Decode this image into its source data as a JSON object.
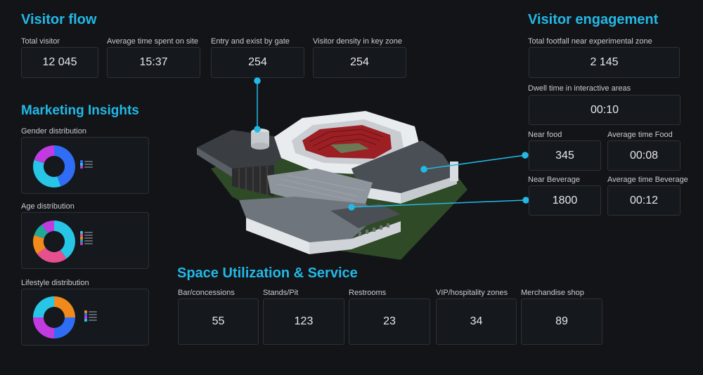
{
  "visitor_flow": {
    "title": "Visitor flow",
    "metrics": [
      {
        "label": "Total visitor",
        "value": "12 045"
      },
      {
        "label": "Average time spent on site",
        "value": "15:37"
      },
      {
        "label": "Entry and exist by gate",
        "value": "254"
      },
      {
        "label": "Visitor density in key zone",
        "value": "254"
      }
    ]
  },
  "marketing": {
    "title": "Marketing Insights",
    "gender": {
      "label": "Gender distribution"
    },
    "age": {
      "label": "Age distribution"
    },
    "lifestyle": {
      "label": "Lifestyle distribution"
    }
  },
  "engagement": {
    "title": "Visitor engagement",
    "footfall": {
      "label": "Total footfall near experimental zone",
      "value": "2 145"
    },
    "dwell": {
      "label": "Dwell time in interactive areas",
      "value": "00:10"
    },
    "near_food": {
      "label": "Near food",
      "value": "345"
    },
    "avg_food": {
      "label": "Average time Food",
      "value": "00:08"
    },
    "near_bev": {
      "label": "Near Beverage",
      "value": "1800"
    },
    "avg_bev": {
      "label": "Average time Beverage",
      "value": "00:12"
    }
  },
  "space": {
    "title": "Space Utilization & Service",
    "metrics": [
      {
        "label": "Bar/concessions",
        "value": "55"
      },
      {
        "label": "Stands/Pit",
        "value": "123"
      },
      {
        "label": "Restrooms",
        "value": "23"
      },
      {
        "label": "VIP/hospitality zones",
        "value": "34"
      },
      {
        "label": "Merchandise shop",
        "value": "89"
      }
    ]
  },
  "colors": {
    "accent": "#23b9e6",
    "blue": "#2f6df6",
    "cyan": "#27c6e6",
    "magenta": "#c13be0",
    "orange": "#f08a1c",
    "pink": "#e6508f",
    "teal": "#1fa89a"
  },
  "chart_data": [
    {
      "type": "pie",
      "title": "Gender distribution",
      "slices": [
        {
          "value": 45,
          "color": "#2f6df6"
        },
        {
          "value": 35,
          "color": "#27c6e6"
        },
        {
          "value": 20,
          "color": "#c13be0"
        }
      ]
    },
    {
      "type": "pie",
      "title": "Age distribution",
      "slices": [
        {
          "value": 40,
          "color": "#27c6e6"
        },
        {
          "value": 25,
          "color": "#e6508f"
        },
        {
          "value": 15,
          "color": "#f08a1c"
        },
        {
          "value": 10,
          "color": "#1fa89a"
        },
        {
          "value": 10,
          "color": "#c13be0"
        }
      ]
    },
    {
      "type": "pie",
      "title": "Lifestyle distribution",
      "slices": [
        {
          "value": 25,
          "color": "#f08a1c"
        },
        {
          "value": 25,
          "color": "#2f6df6"
        },
        {
          "value": 25,
          "color": "#c13be0"
        },
        {
          "value": 25,
          "color": "#27c6e6"
        }
      ]
    }
  ]
}
